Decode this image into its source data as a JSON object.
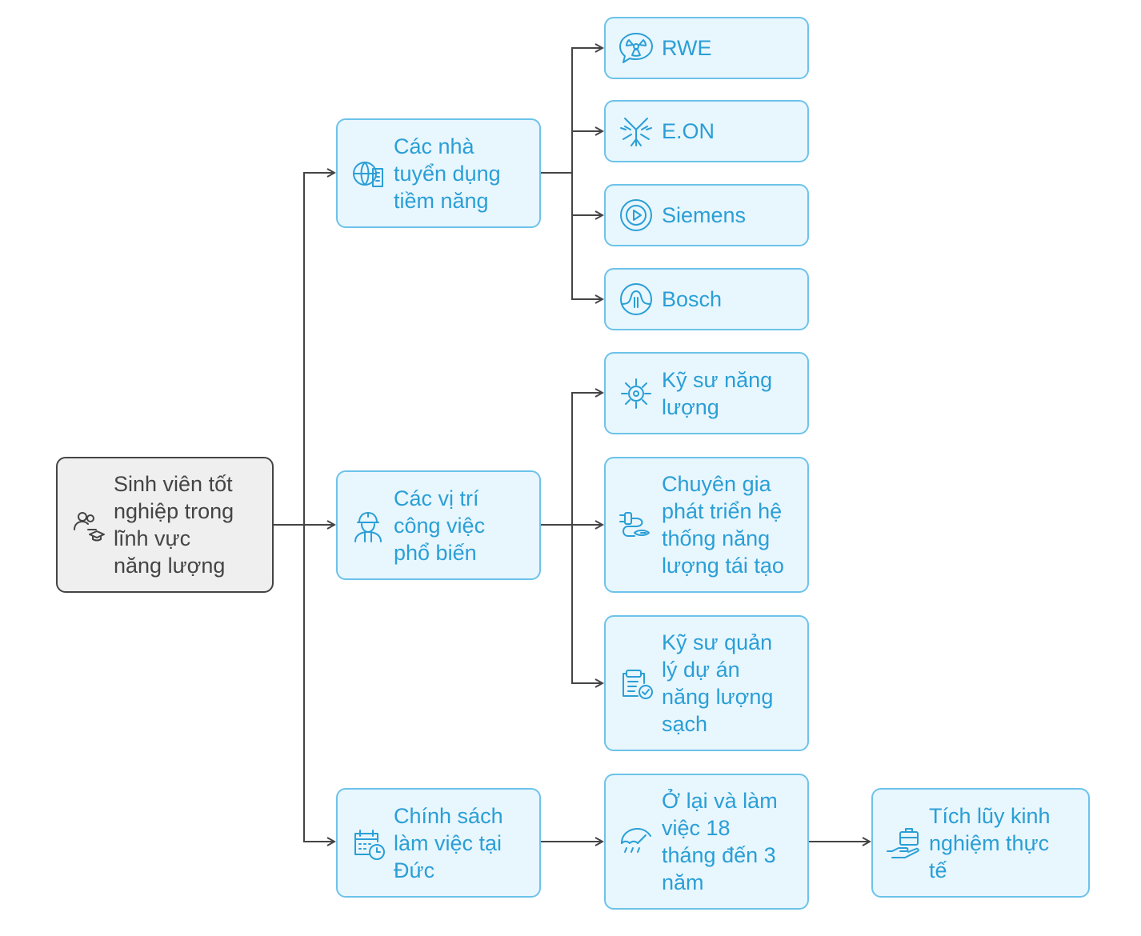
{
  "nodes": {
    "root": "Sinh viên tốt\nnghiệp trong\nlĩnh vực\nnăng lượng",
    "recruiters": "Các nhà\ntuyển dụng\ntiềm năng",
    "positions": "Các vị trí\ncông việc\nphổ biến",
    "policy": "Chính sách\nlàm việc tại\nĐức",
    "rwe": "RWE",
    "eon": "E.ON",
    "siemens": "Siemens",
    "bosch": "Bosch",
    "energy_engineer": "Kỹ sư năng\nlượng",
    "renewable_specialist": "Chuyên gia\nphát triển hệ\nthống năng\nlượng tái tạo",
    "project_engineer": "Kỹ sư quản\nlý dự án\nnăng lượng\nsạch",
    "stay_work": "Ở lại và làm\nviệc 18\ntháng đến 3\nnăm",
    "experience": "Tích lũy kinh\nnghiệm thực\ntế"
  },
  "icons": {
    "root": "graduates-icon",
    "recruiters": "globe-building-icon",
    "positions": "worker-icon",
    "policy": "calendar-clock-icon",
    "rwe": "radiation-bubble-icon",
    "eon": "molecule-icon",
    "siemens": "play-circle-icon",
    "bosch": "signal-wave-icon",
    "energy_engineer": "sun-gear-icon",
    "renewable_specialist": "plug-cable-icon",
    "project_engineer": "clipboard-check-icon",
    "stay_work": "umbrella-rain-icon",
    "experience": "briefcase-hand-icon"
  },
  "colors": {
    "node_border": "#6cc3ea",
    "node_fill": "#e8f6fd",
    "node_text": "#2a9fd6",
    "root_border": "#444444",
    "root_fill": "#efefef",
    "edge": "#444444"
  }
}
